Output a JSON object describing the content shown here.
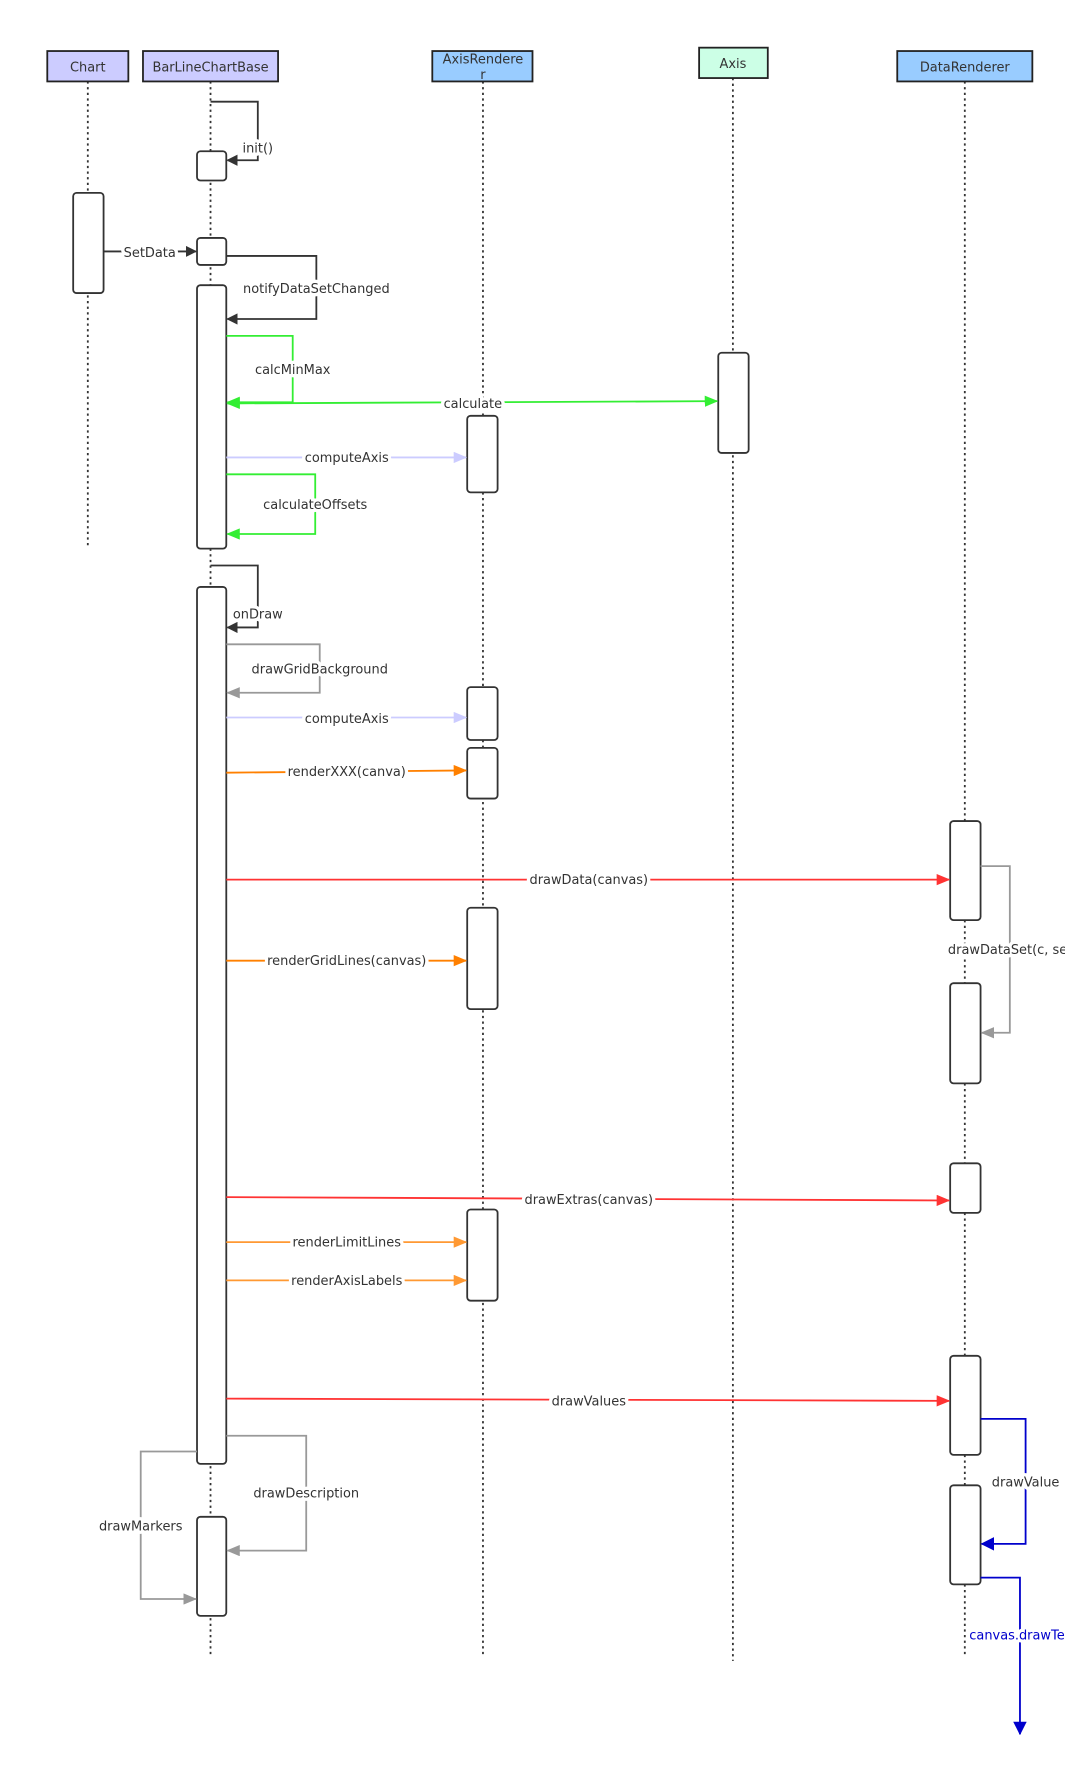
{
  "participants": {
    "chart": "Chart",
    "barlinechartbase": "BarLineChartBase",
    "axisrenderer_line1": "AxisRendere",
    "axisrenderer_line2": "r",
    "axis": "Axis",
    "datarenderer": "DataRenderer"
  },
  "colors": {
    "chart_header": "#ccccff",
    "axisrenderer_header": "#99ccff",
    "axis_header": "#ccffe6",
    "datarenderer_header": "#99ccff",
    "black_message": "#333333",
    "green_message": "#33ee33",
    "lavender_message": "#ccccff",
    "gray_message": "#999999",
    "orange_message": "#ff8000",
    "red_message": "#ff3333",
    "blue_message": "#0000cc"
  },
  "messages": {
    "init": "init()",
    "setdata": "SetData",
    "notify": "notifyDataSetChanged",
    "calcminmax": "calcMinMax",
    "calculate": "calculate",
    "computeaxis1": "computeAxis",
    "calculateoffsets": "calculateOffsets",
    "ondraw": "onDraw",
    "drawgridbackground": "drawGridBackground",
    "computeaxis2": "computeAxis",
    "renderxxx": "renderXXX(canva)",
    "drawdata": "drawData(canvas)",
    "drawdataset": "drawDataSet(c, set",
    "rendergridlines": "renderGridLines(canvas)",
    "drawextras": "drawExtras(canvas)",
    "renderlimitlines": "renderLimitLines",
    "renderaxislabels": "renderAxisLabels",
    "drawvalues": "drawValues",
    "drawvalue": "drawValue",
    "canvasdrawtext": "canvas.drawTex",
    "drawdescription": "drawDescription",
    "drawmarkers": "drawMarkers"
  }
}
